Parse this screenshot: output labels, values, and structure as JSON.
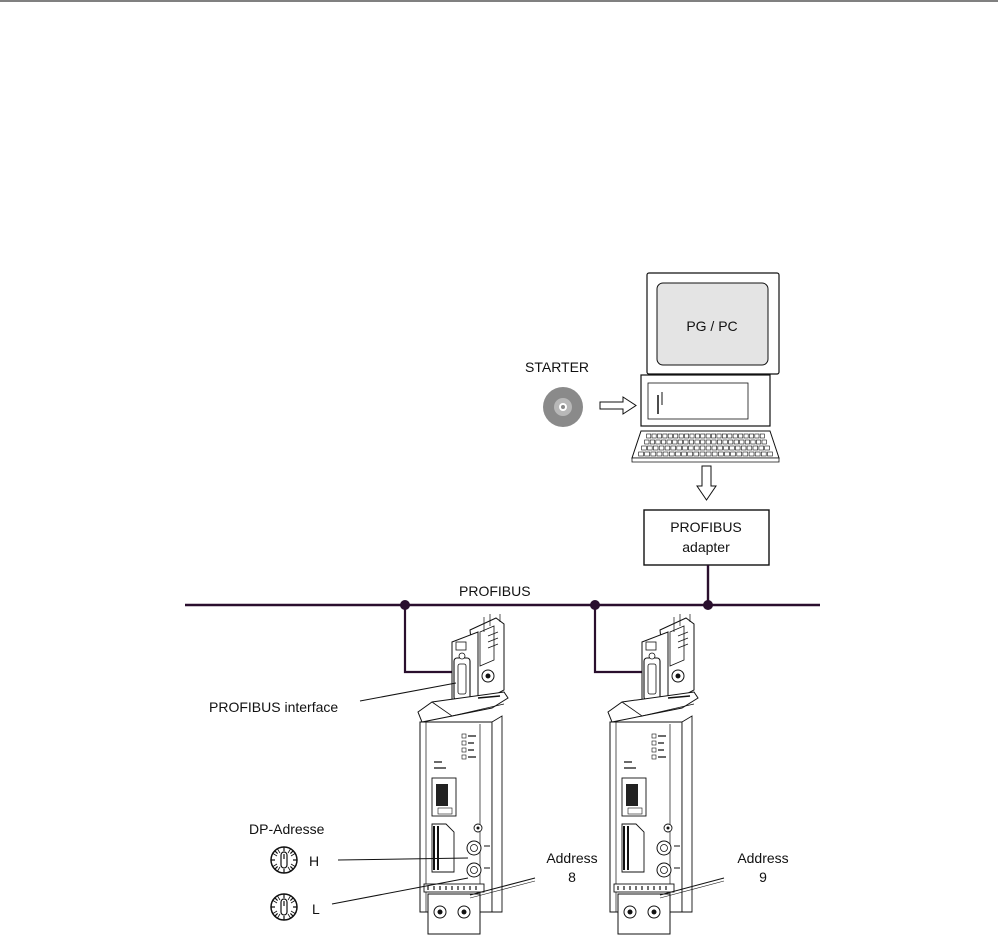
{
  "labels": {
    "pc": "PG / PC",
    "starter": "STARTER",
    "adapter_line1": "PROFIBUS",
    "adapter_line2": "adapter",
    "bus": "PROFIBUS",
    "interface": "PROFIBUS interface",
    "dp_address": "DP-Adresse",
    "switch_h": "H",
    "switch_l": "L",
    "address_word_1": "Address",
    "address_value_1": "8",
    "address_word_2": "Address",
    "address_value_2": "9"
  },
  "colors": {
    "bus": "#2a0f2e",
    "device_dark": "#222222",
    "disc": "#8a8a8a",
    "screen": "#e4e4e4"
  }
}
